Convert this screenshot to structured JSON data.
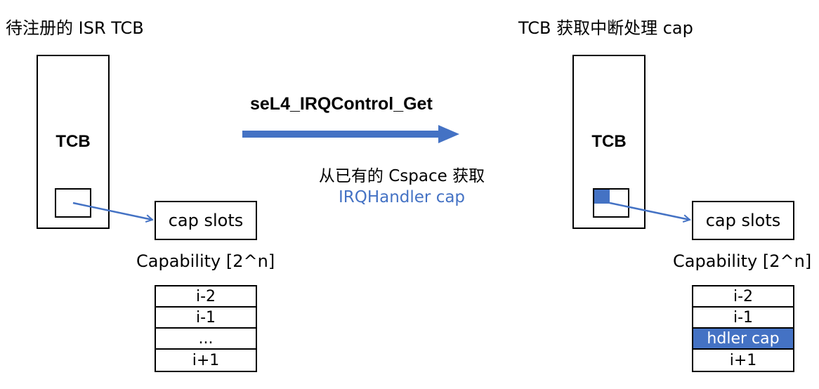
{
  "left": {
    "title": "待注册的 ISR TCB",
    "tcb_label": "TCB",
    "cap_slots": "cap slots",
    "capability_label": "Capability [2^n]",
    "rows": [
      "i-2",
      "i-1",
      "...",
      "i+1"
    ]
  },
  "right": {
    "title": "TCB 获取中断处理 cap",
    "tcb_label": "TCB",
    "cap_slots": "cap slots",
    "capability_label": "Capability [2^n]",
    "rows": [
      "i-2",
      "i-1",
      "hdler cap",
      "i+1"
    ],
    "highlight_row": "hdler cap"
  },
  "transition": {
    "function": "seL4_IRQControl_Get",
    "note_line1": "从已有的 Cspace 获取",
    "note_line2": "IRQHandler cap"
  },
  "colors": {
    "accent": "#4472c4",
    "line": "#000000"
  }
}
